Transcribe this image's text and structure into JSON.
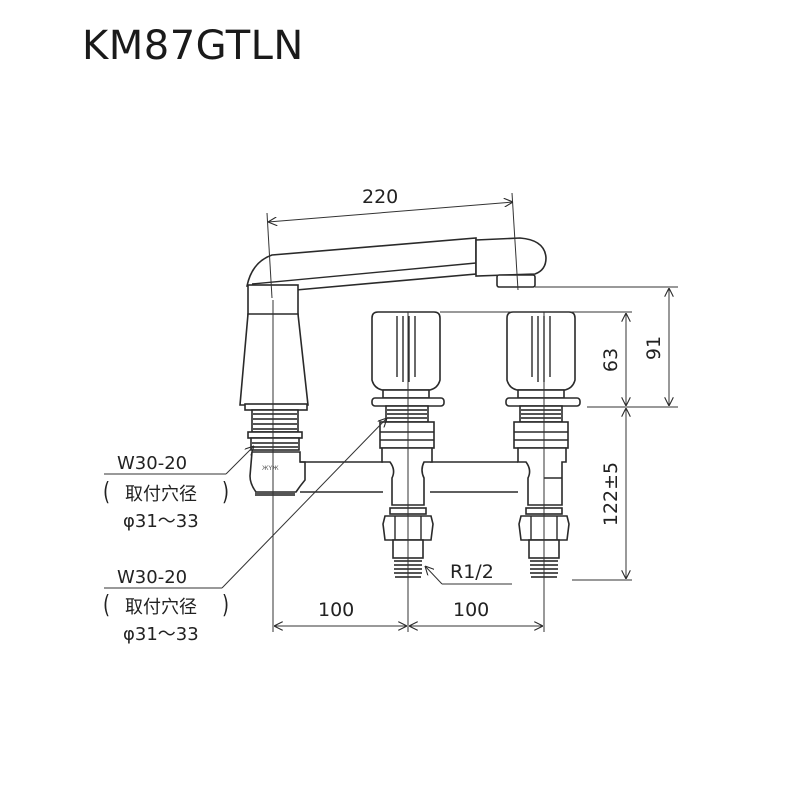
{
  "title": "KM87GTLN",
  "dimensions": {
    "spout_reach": "220",
    "handle_height": "63",
    "spout_height": "91",
    "body_height": "122±5",
    "left_spacing": "100",
    "right_spacing": "100",
    "connection_thread": "R1/2"
  },
  "annotations": [
    {
      "thread": "W30-20",
      "label": "取付穴径",
      "range": "φ31～33",
      "paren_open": "(",
      "paren_close": ")"
    },
    {
      "thread": "W30-20",
      "label": "取付穴径",
      "range": "φ31～33",
      "paren_open": "(",
      "paren_close": ")"
    }
  ],
  "colors": {
    "line": "#2a2a2a",
    "background": "#ffffff"
  }
}
